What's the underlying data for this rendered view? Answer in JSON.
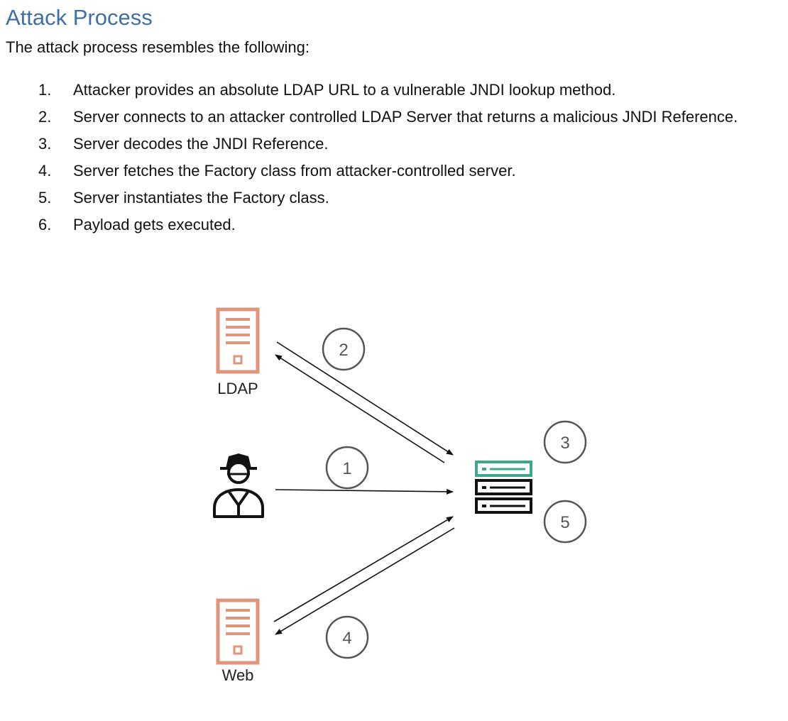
{
  "heading": "Attack Process",
  "intro": "The attack process resembles the following:",
  "steps": [
    {
      "num": "1.",
      "text": "Attacker provides an absolute LDAP URL to a vulnerable JNDI lookup method."
    },
    {
      "num": "2.",
      "text": "Server connects to an attacker controlled LDAP Server that returns a malicious JNDI Reference."
    },
    {
      "num": "3.",
      "text": "Server decodes the JNDI Reference."
    },
    {
      "num": "4.",
      "text": "Server fetches the Factory class from attacker-controlled server."
    },
    {
      "num": "5.",
      "text": "Server instantiates the Factory class."
    },
    {
      "num": "6.",
      "text": "Payload gets executed."
    }
  ],
  "diagram": {
    "ldap_label": "LDAP",
    "web_label": "Web",
    "markers": {
      "m1": "1",
      "m2": "2",
      "m3": "3",
      "m4": "4",
      "m5": "5"
    },
    "colors": {
      "server_icon": "#e0957a",
      "target_server_accent": "#3aa88e",
      "heading": "#3f6fa6",
      "marker_stroke": "#555555"
    }
  }
}
